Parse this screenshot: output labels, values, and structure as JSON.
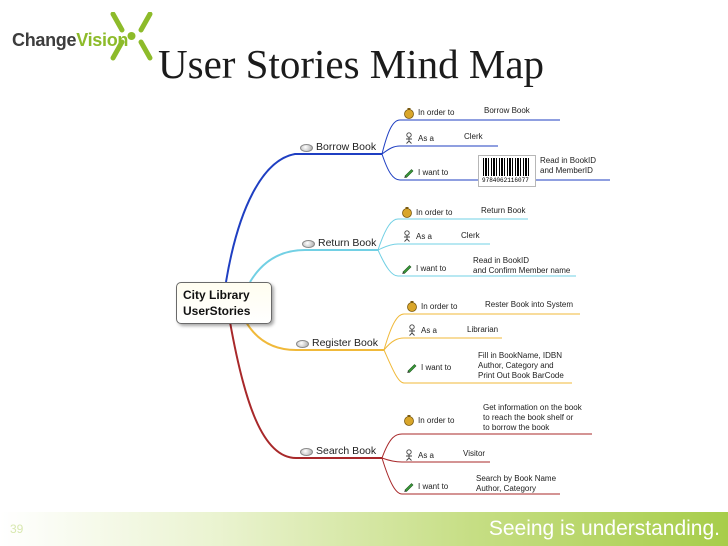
{
  "logo": {
    "text_change": "Change",
    "text_vision": "Vision"
  },
  "title": "User Stories Mind Map",
  "root": {
    "line1": "City Library",
    "line2": "UserStories"
  },
  "branches": [
    {
      "label": "Borrow Book",
      "children": [
        {
          "label": "In order to",
          "value": [
            "Borrow Book"
          ]
        },
        {
          "label": "As a",
          "value": [
            "Clerk"
          ]
        },
        {
          "label": "I want to",
          "value": [
            "Read in BookID",
            "and MemberID"
          ]
        }
      ]
    },
    {
      "label": "Return Book",
      "children": [
        {
          "label": "In order to",
          "value": [
            "Return Book"
          ]
        },
        {
          "label": "As a",
          "value": [
            "Clerk"
          ]
        },
        {
          "label": "I want to",
          "value": [
            "Read in BookID",
            "and Confirm Member name"
          ]
        }
      ]
    },
    {
      "label": "Register Book",
      "children": [
        {
          "label": "In order to",
          "value": [
            "Rester Book into System"
          ]
        },
        {
          "label": "As a",
          "value": [
            "Librarian"
          ]
        },
        {
          "label": "I want to",
          "value": [
            "Fill in BookName, IDBN",
            "Author, Category and",
            "Print Out Book BarCode"
          ]
        }
      ]
    },
    {
      "label": "Search Book",
      "children": [
        {
          "label": "In order to",
          "value": [
            "Get information on the book",
            "to reach the book shelf or",
            "to borrow the book"
          ]
        },
        {
          "label": "As a",
          "value": [
            "Visitor"
          ]
        },
        {
          "label": "I want to",
          "value": [
            "Search by Book Name",
            "Author, Category"
          ]
        }
      ]
    }
  ],
  "barcode_number": "9784062116077",
  "colors": {
    "borrow": "#1f3fc2",
    "return": "#72d0e4",
    "register": "#f0b93a",
    "search": "#a8282a",
    "accent": "#8dbb2a"
  },
  "icons": {
    "in_order_to": "money-bag-icon",
    "as_a": "person-icon",
    "i_want_to": "pencil-icon",
    "branch": "oval-bullet-icon"
  },
  "footer": {
    "page_number": "39",
    "tagline": "Seeing is understanding."
  }
}
